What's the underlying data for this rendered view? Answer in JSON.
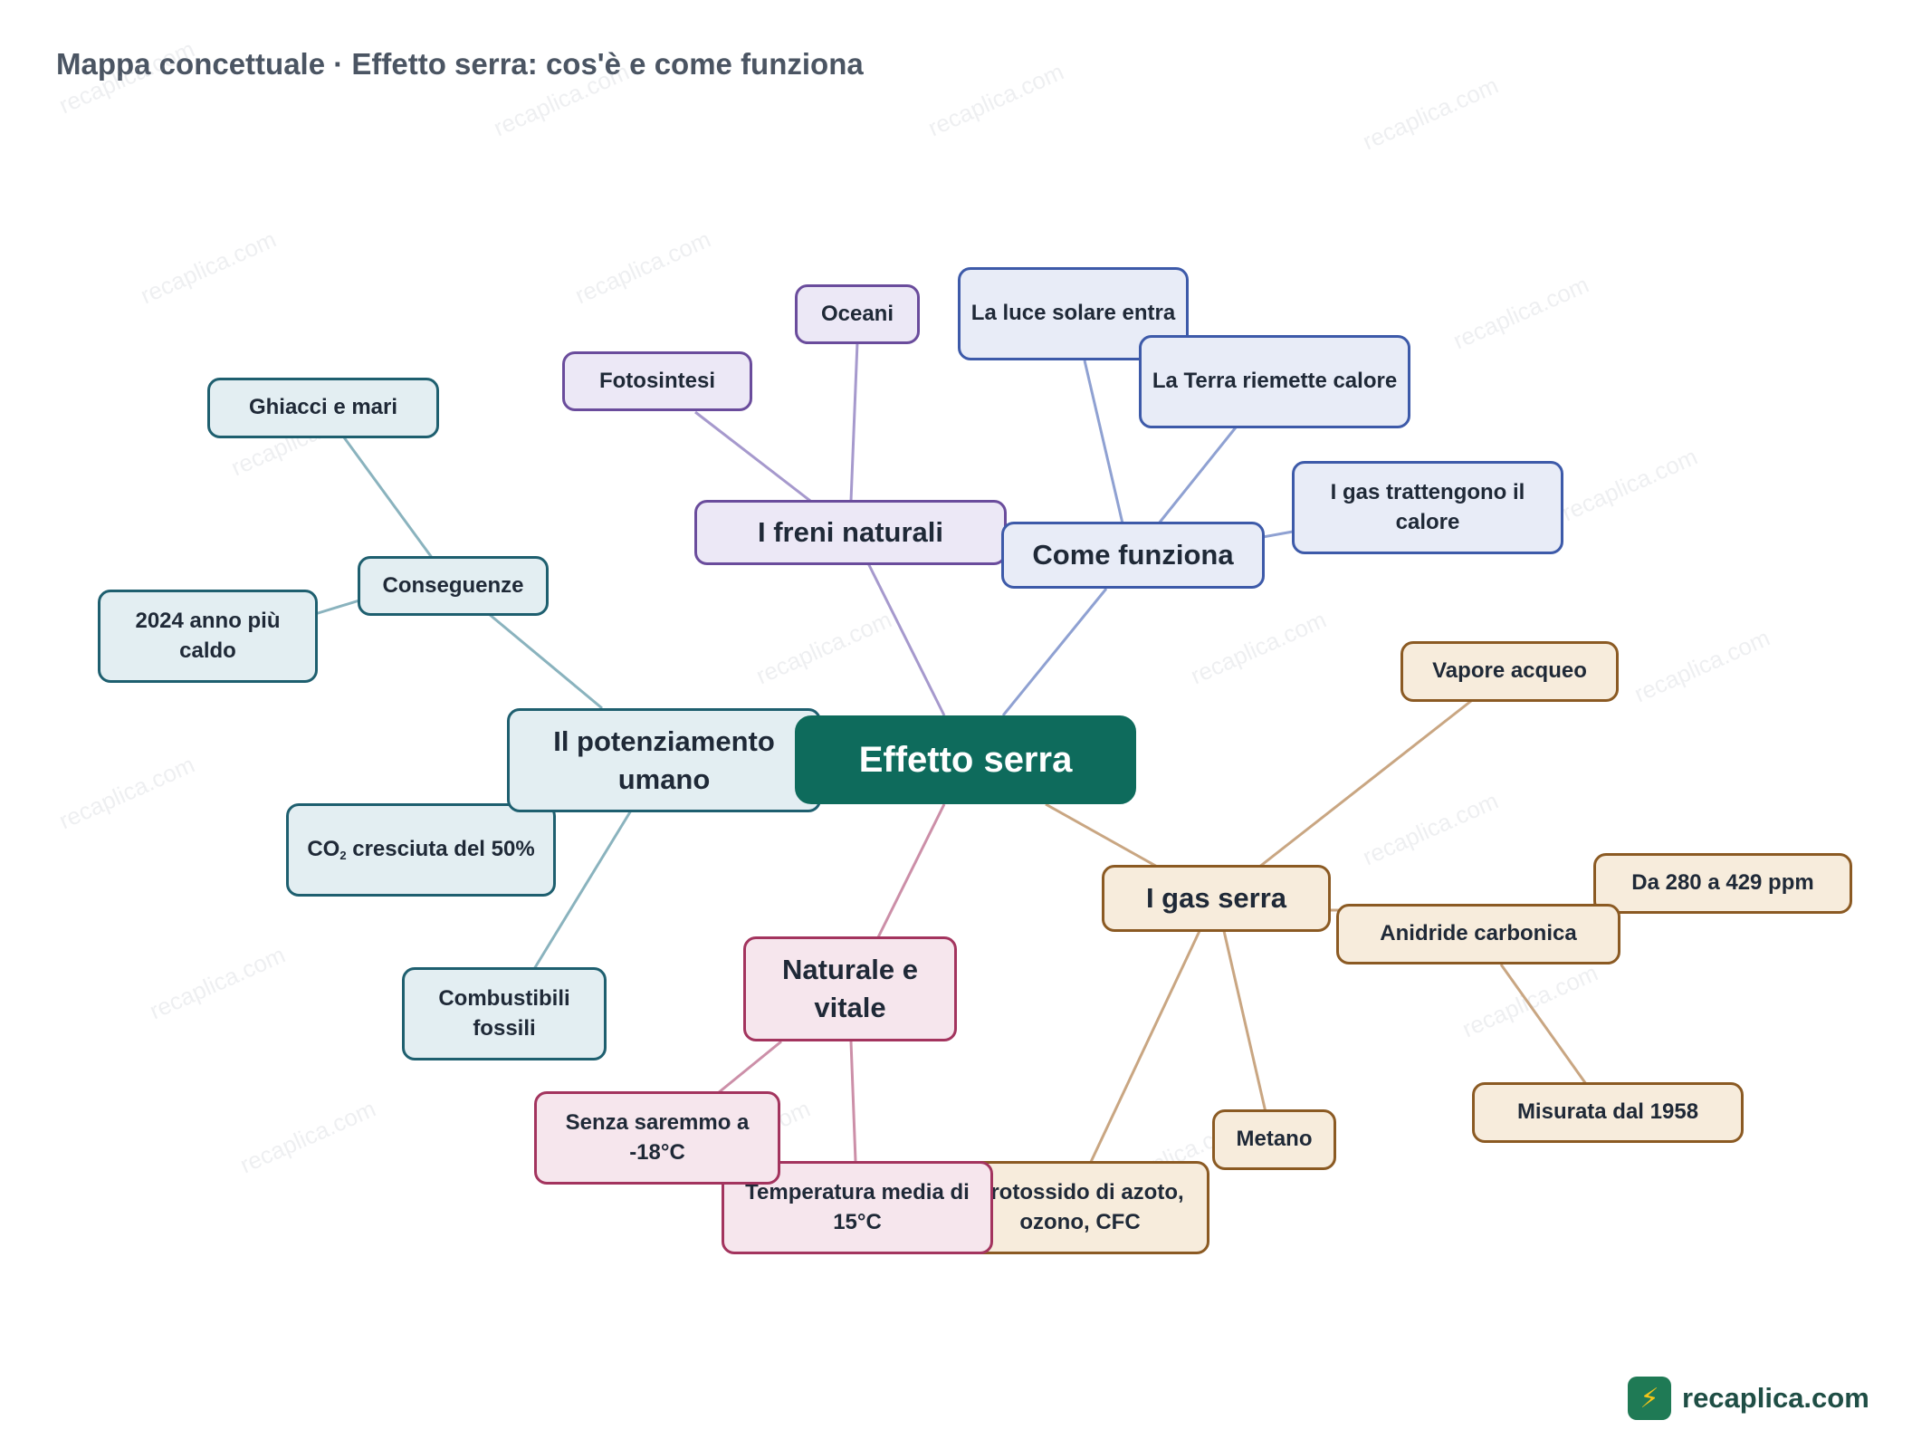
{
  "title": "Mappa concettuale · Effetto serra: cos'è e come funziona",
  "watermark": "recaplica.com",
  "root": {
    "label": "Effetto serra",
    "color": "#0e6b5c"
  },
  "branches": {
    "freni": {
      "label": "I freni naturali",
      "color": "#6a4c9c",
      "children": [
        "Fotosintesi",
        "Oceani"
      ]
    },
    "funziona": {
      "label": "Come funziona",
      "color": "#3d5aa9",
      "children": [
        "La luce solare entra",
        "La Terra riemette calore",
        "I gas trattengono il calore"
      ]
    },
    "umano": {
      "label": "Il potenziamento umano",
      "color": "#1e5f6f",
      "conseguenze": {
        "label": "Conseguenze",
        "children": [
          "Ghiacci e mari",
          "2024 anno più caldo"
        ]
      },
      "co2": {
        "prefix": "CO",
        "subscript": "2",
        "suffix": " cresciuta del 50%"
      },
      "combustibili": "Combustibili fossili"
    },
    "gas": {
      "label": "I gas serra",
      "color": "#8b5a23",
      "vapore": "Vapore acqueo",
      "anidride": {
        "label": "Anidride carbonica",
        "children": [
          "Da 280 a 429 ppm",
          "Misurata dal 1958"
        ]
      },
      "metano": "Metano",
      "protossido": "Protossido di azoto, ozono, CFC"
    },
    "naturale": {
      "label": "Naturale e vitale",
      "color": "#a3345e",
      "children": [
        "Senza saremmo a -18°C",
        "Temperatura media di 15°C"
      ]
    }
  },
  "logo": {
    "text": "recaplica.com",
    "icon": "lightning-bolt-icon"
  }
}
